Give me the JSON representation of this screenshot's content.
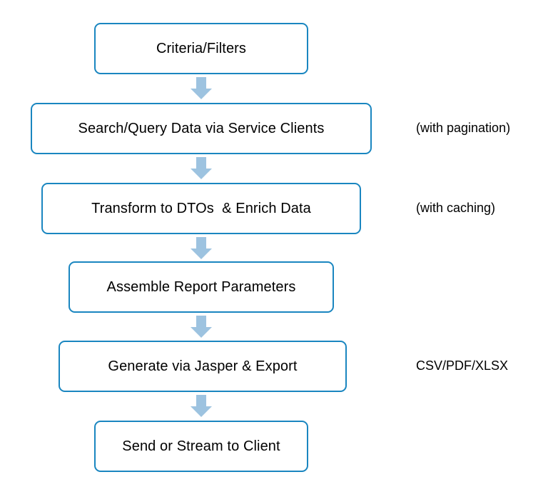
{
  "diagram": {
    "title": "Report Generation Pipeline Flowchart",
    "type": "vertical-flowchart",
    "colors": {
      "node_border": "#1a86c0",
      "node_fill": "#ffffff",
      "arrow_fill": "#9dc3e0",
      "text": "#000000",
      "background": "#ffffff"
    },
    "nodes": [
      {
        "id": "criteria-filters",
        "label": "Criteria/Filters",
        "order": 1,
        "annotation": null
      },
      {
        "id": "search-query-data",
        "label": "Search/Query Data via Service Clients",
        "order": 2,
        "annotation": "(with pagination)"
      },
      {
        "id": "transform-dtos",
        "label": "Transform to DTOs  & Enrich Data",
        "order": 3,
        "annotation": "(with caching)"
      },
      {
        "id": "assemble-report-parameters",
        "label": "Assemble Report Parameters",
        "order": 4,
        "annotation": null
      },
      {
        "id": "generate-jasper-export",
        "label": "Generate via Jasper & Export",
        "order": 5,
        "annotation": "CSV/PDF/XLSX"
      },
      {
        "id": "send-stream-client",
        "label": "Send or Stream to Client",
        "order": 6,
        "annotation": null
      }
    ],
    "connectors": [
      {
        "id": "arrow-1",
        "from": "criteria-filters",
        "to": "search-query-data",
        "direction": "down"
      },
      {
        "id": "arrow-2",
        "from": "search-query-data",
        "to": "transform-dtos",
        "direction": "down"
      },
      {
        "id": "arrow-3",
        "from": "transform-dtos",
        "to": "assemble-report-parameters",
        "direction": "down"
      },
      {
        "id": "arrow-4",
        "from": "assemble-report-parameters",
        "to": "generate-jasper-export",
        "direction": "down"
      },
      {
        "id": "arrow-5",
        "from": "generate-jasper-export",
        "to": "send-stream-client",
        "direction": "down"
      }
    ]
  }
}
